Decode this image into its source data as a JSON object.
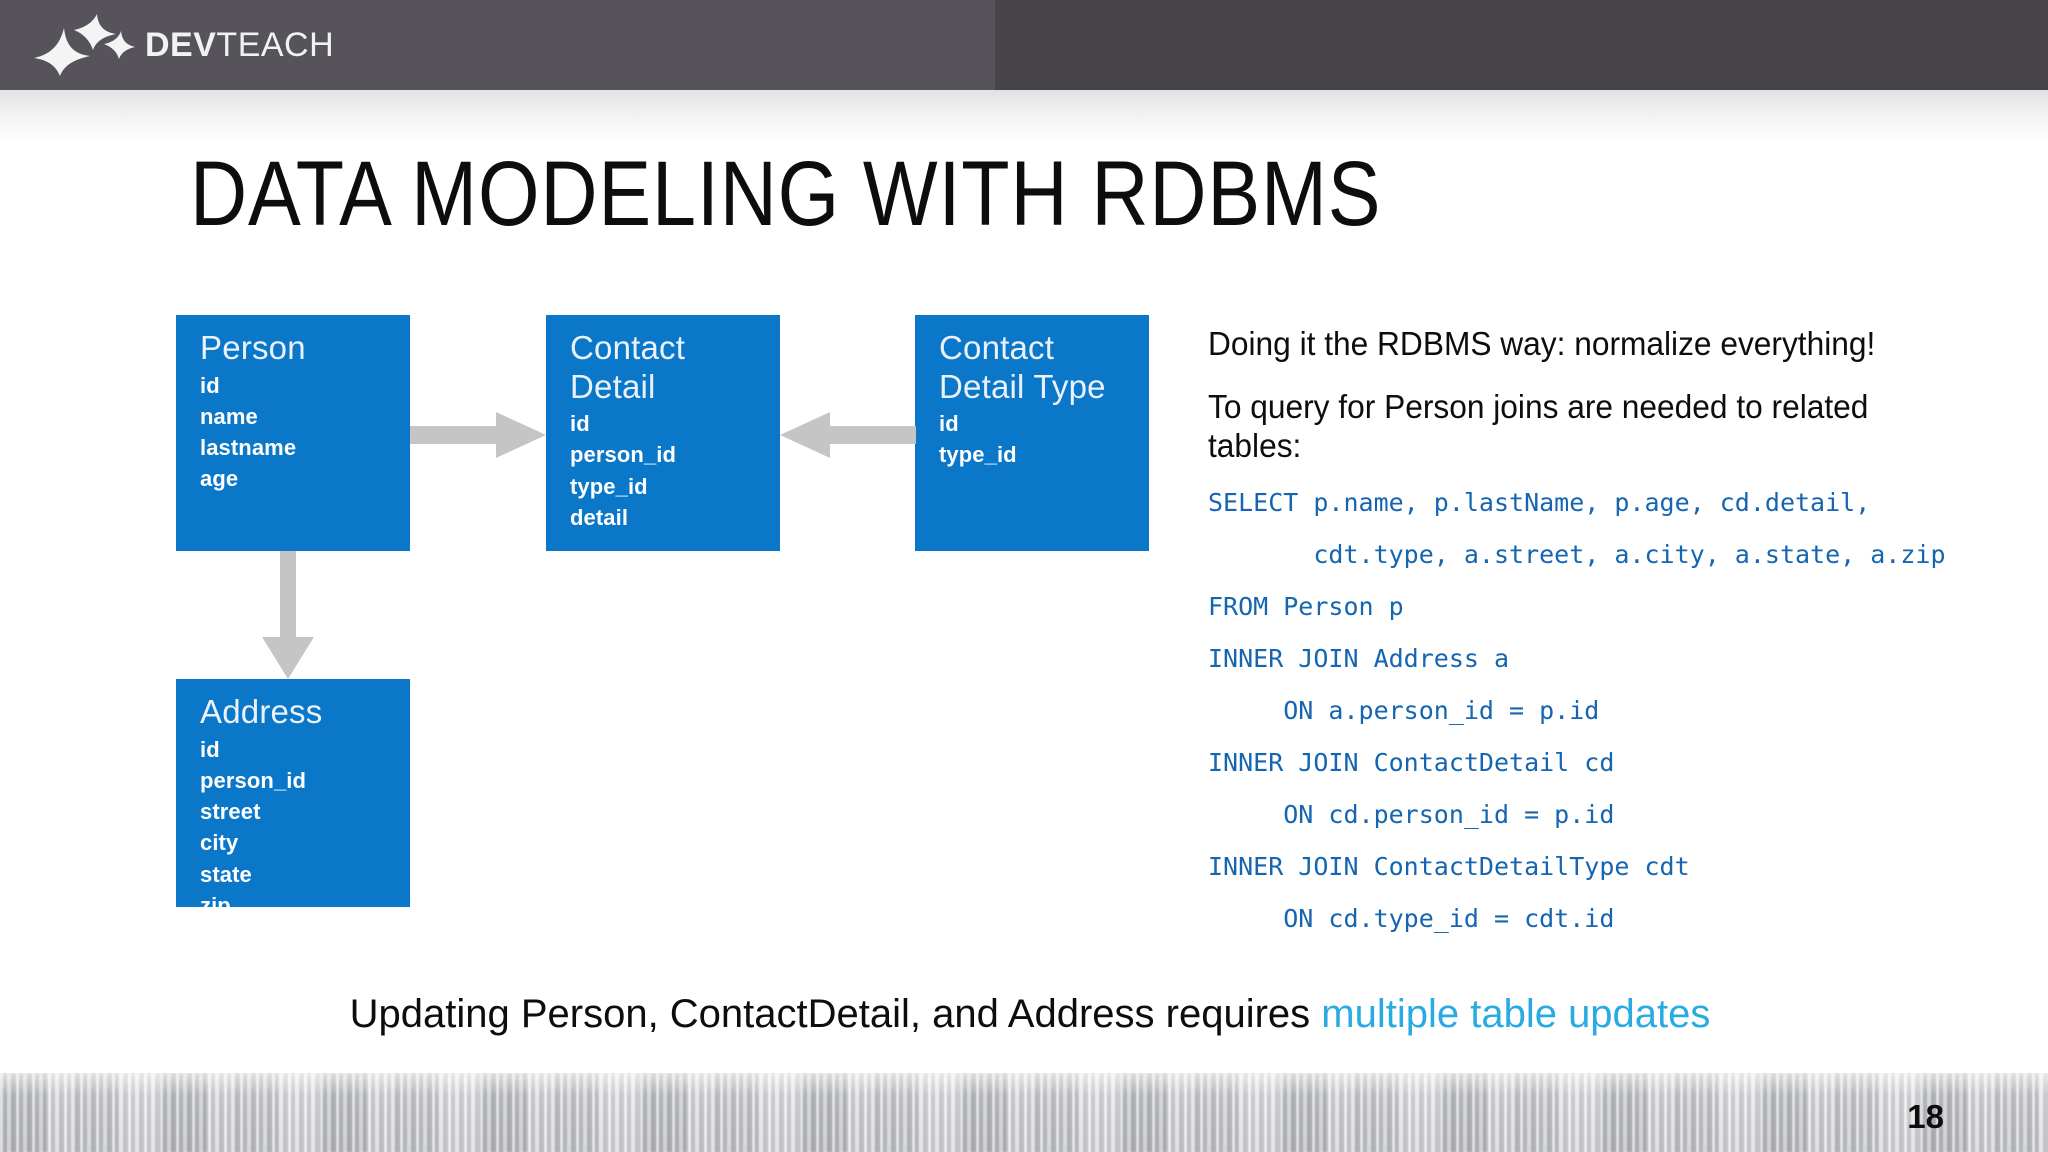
{
  "header": {
    "logo_bold": "DEV",
    "logo_light": "TEACH",
    "logo_icon": "sparkle-star-icon",
    "bar_color": "#545155"
  },
  "slide": {
    "title": "DATA MODELING WITH RDBMS",
    "page_number": "18",
    "accent_blue": "#0b77c8",
    "highlight_blue": "#29abe2",
    "code_blue": "#1565b0",
    "arrow_gray": "#c5c5c5"
  },
  "diagram": {
    "entities": [
      {
        "id": "person",
        "title": "Person",
        "fields": [
          "id",
          "name",
          "lastname",
          "age"
        ]
      },
      {
        "id": "contactdetail",
        "title": "Contact\nDetail",
        "fields": [
          "id",
          "person_id",
          "type_id",
          "detail"
        ]
      },
      {
        "id": "cdtype",
        "title": "Contact\nDetail Type",
        "fields": [
          "id",
          "type_id"
        ]
      },
      {
        "id": "address",
        "title": "Address",
        "fields": [
          "id",
          "person_id",
          "street",
          "city",
          "state",
          "zip"
        ]
      }
    ],
    "arrows": [
      {
        "id": "person-to-contactdetail",
        "direction": "right"
      },
      {
        "id": "cdtype-to-contactdetail",
        "direction": "left"
      },
      {
        "id": "person-to-address",
        "direction": "down"
      }
    ]
  },
  "right_column": {
    "paragraph_1": "Doing it the RDBMS way: normalize everything!",
    "paragraph_2": "To query for Person joins are needed to related tables:",
    "sql_lines": [
      "SELECT p.name, p.lastName, p.age, cd.detail,",
      "       cdt.type, a.street, a.city, a.state, a.zip",
      "FROM Person p",
      "INNER JOIN Address a",
      "     ON a.person_id = p.id",
      "INNER JOIN ContactDetail cd",
      "     ON cd.person_id = p.id",
      "INNER JOIN ContactDetailType cdt",
      "     ON cd.type_id = cdt.id"
    ]
  },
  "caption": {
    "text_plain": "Updating Person, ContactDetail, and Address requires ",
    "text_highlight": "multiple table updates"
  }
}
